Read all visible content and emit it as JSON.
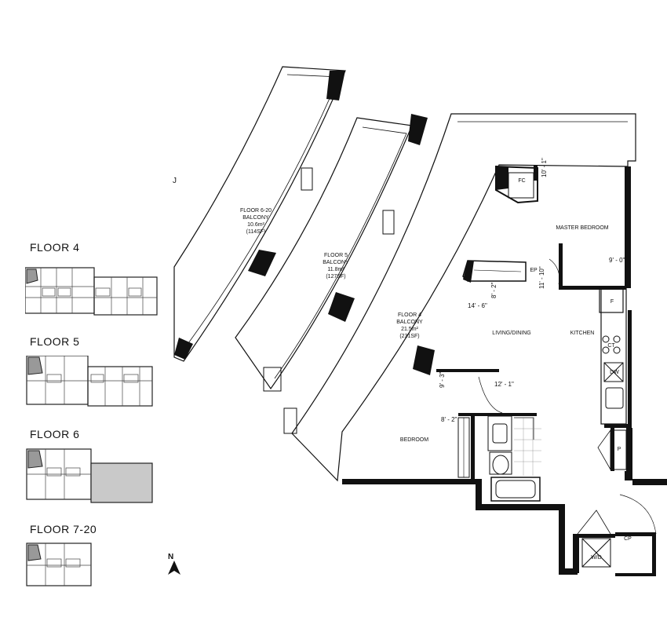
{
  "key_plans": [
    {
      "title": "FLOOR 4"
    },
    {
      "title": "FLOOR 5"
    },
    {
      "title": "FLOOR 6"
    },
    {
      "title": "FLOOR 7-20"
    }
  ],
  "balconies": {
    "floor_6_20": {
      "line1": "FLOOR 6-20",
      "line2": "BALCONY",
      "line3": "10.6m²",
      "line4": "(114SF)"
    },
    "floor_5": {
      "line1": "FLOOR 5",
      "line2": "BALCONY",
      "line3": "11.8m²",
      "line4": "(127SF)"
    },
    "floor_4": {
      "line1": "FLOOR 4",
      "line2": "BALCONY",
      "line3": "21.5m²",
      "line4": "(231SF)"
    }
  },
  "rooms": {
    "master_bedroom": "MASTER BEDROOM",
    "living_dining": "LIVING/DINING",
    "kitchen": "KITCHEN",
    "bedroom": "BEDROOM"
  },
  "fixtures": {
    "fc": "FC",
    "ep": "EP",
    "f": "F",
    "ct": "CT",
    "dw": "DW",
    "p": "P",
    "cp": "CP",
    "wd": "W/D"
  },
  "dimensions": {
    "master_w": "9' - 0\"",
    "master_h": "11' - 10\"",
    "living_w": "14' - 6\"",
    "living_h": "8' - 2\"",
    "bed_w": "12' - 1\"",
    "bed_h": "9' - 3\"",
    "bed_h2": "8' - 2\"",
    "fc_dim": "10' - 1\""
  },
  "north": "N",
  "stray": "J"
}
